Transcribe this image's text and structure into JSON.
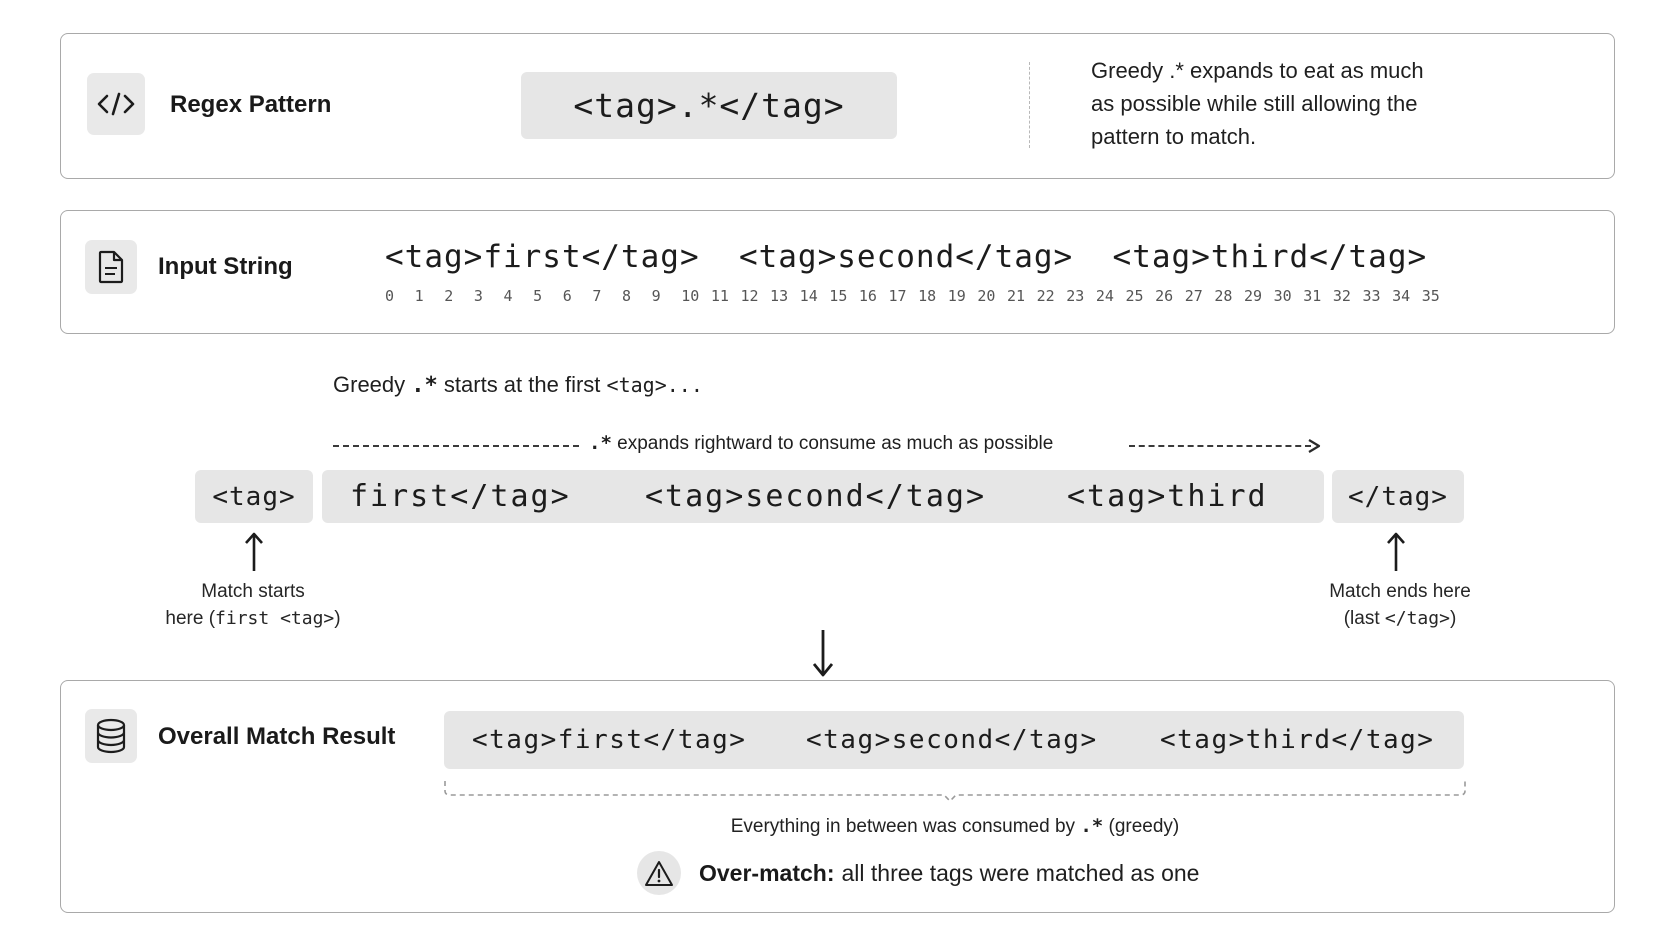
{
  "pattern_card": {
    "title": "Regex Pattern",
    "pattern": "<tag>.*</tag>",
    "note_lines": [
      "Greedy .* expands to eat as much",
      "as possible while still allowing the",
      "pattern to match."
    ],
    "icon": "code-icon"
  },
  "input_card": {
    "title": "Input String",
    "input_string": "<tag>first</tag>  <tag>second</tag>  <tag>third</tag>",
    "indices": [
      "0",
      "1",
      "2",
      "3",
      "4",
      "5",
      "6",
      "7",
      "8",
      "9",
      "10",
      "11",
      "12",
      "13",
      "14",
      "15",
      "16",
      "17",
      "18",
      "19",
      "20",
      "21",
      "22",
      "23",
      "24",
      "25",
      "26",
      "27",
      "28",
      "29",
      "30",
      "31",
      "32",
      "33",
      "34",
      "35"
    ],
    "icon": "document-icon"
  },
  "greedy_section": {
    "caption_prefix": "Greedy",
    "caption_code": ".*",
    "caption_mid": "starts at the first",
    "caption_tag": "<tag>...",
    "arrow_code": ".*",
    "arrow_text": "expands rightward to consume as much as possible",
    "start_token": "<tag>",
    "middle_tokens": [
      "first</tag>",
      "<tag>second</tag>",
      "<tag>third"
    ],
    "end_token": "</tag>",
    "start_label_line1": "Match starts",
    "start_label_line2_text": "here (",
    "start_label_line2_code": "first <tag>",
    "start_label_line2_end": ")",
    "end_label_line1": "Match ends here",
    "end_label_line2_text": "(last ",
    "end_label_line2_code": "</tag>",
    "end_label_line2_end": ")"
  },
  "result_card": {
    "title": "Overall Match Result",
    "icon": "database-icon",
    "match_tokens": [
      "<tag>first</tag>",
      "<tag>second</tag>",
      "<tag>third</tag>"
    ],
    "brace_caption_prefix": "Everything in between was consumed by",
    "brace_caption_code": ".*",
    "brace_caption_suffix": "(greedy)",
    "warning_bold": "Over-match:",
    "warning_text": "all three tags were matched as one",
    "warning_icon": "warning-icon"
  }
}
